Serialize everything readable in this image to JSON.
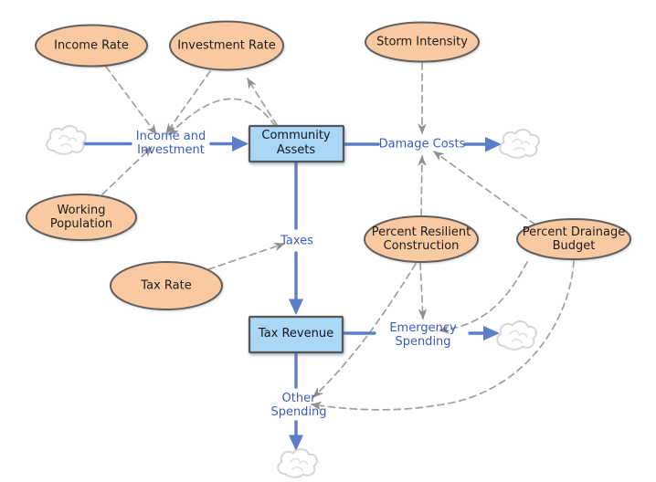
{
  "diagram_type": "stock-and-flow system dynamics model",
  "colors": {
    "background": "#FFFFFF",
    "variable_fill": "#F9C9A1",
    "variable_border": "#5F5F5F",
    "stock_fill": "#A9D7F5",
    "stock_border": "#565656",
    "flow_line": "#5B7EC8",
    "flow_label_text": "#3A5CC0",
    "node_text": "#1B1B1B",
    "link_line": "#9F9F9F",
    "cloud_outline": "#D6D6D6"
  },
  "variables": [
    {
      "id": "income-rate",
      "lines": [
        "Income Rate"
      ]
    },
    {
      "id": "investment-rate",
      "lines": [
        "Investment Rate"
      ]
    },
    {
      "id": "storm-intensity",
      "lines": [
        "Storm Intensity"
      ]
    },
    {
      "id": "working-population",
      "lines": [
        "Working",
        "Population"
      ]
    },
    {
      "id": "tax-rate",
      "lines": [
        "Tax Rate"
      ]
    },
    {
      "id": "percent-resilient-construction",
      "lines": [
        "Percent Resilient",
        "Construction"
      ]
    },
    {
      "id": "percent-drainage-budget",
      "lines": [
        "Percent Drainage",
        "Budget"
      ]
    }
  ],
  "stocks": [
    {
      "id": "community-assets",
      "lines": [
        "Community",
        "Assets"
      ]
    },
    {
      "id": "tax-revenue",
      "lines": [
        "Tax Revenue"
      ]
    }
  ],
  "flows": [
    {
      "id": "income-and-investment",
      "lines": [
        "Income and",
        "Investment"
      ],
      "from": "cloud",
      "to": "Community Assets"
    },
    {
      "id": "damage-costs",
      "lines": [
        "Damage Costs"
      ],
      "from": "Community Assets",
      "to": "cloud"
    },
    {
      "id": "taxes",
      "lines": [
        "Taxes"
      ],
      "from": "Community Assets",
      "to": "Tax Revenue"
    },
    {
      "id": "emergency-spending",
      "lines": [
        "Emergency",
        "Spending"
      ],
      "from": "Tax Revenue",
      "to": "cloud"
    },
    {
      "id": "other-spending",
      "lines": [
        "Other",
        "Spending"
      ],
      "from": "Tax Revenue",
      "to": "cloud"
    }
  ],
  "links": [
    {
      "from": "Income Rate",
      "to": "Income and Investment"
    },
    {
      "from": "Investment Rate",
      "to": "Income and Investment"
    },
    {
      "from": "Working Population",
      "to": "Income and Investment"
    },
    {
      "from": "Community Assets",
      "to": "Investment Rate"
    },
    {
      "from": "Community Assets",
      "to": "Income and Investment"
    },
    {
      "from": "Storm Intensity",
      "to": "Damage Costs"
    },
    {
      "from": "Percent Resilient Construction",
      "to": "Damage Costs"
    },
    {
      "from": "Percent Drainage Budget",
      "to": "Damage Costs"
    },
    {
      "from": "Percent Resilient Construction",
      "to": "Emergency Spending"
    },
    {
      "from": "Percent Drainage Budget",
      "to": "Emergency Spending"
    },
    {
      "from": "Percent Resilient Construction",
      "to": "Other Spending"
    },
    {
      "from": "Percent Drainage Budget",
      "to": "Other Spending"
    },
    {
      "from": "Tax Rate",
      "to": "Taxes"
    }
  ]
}
